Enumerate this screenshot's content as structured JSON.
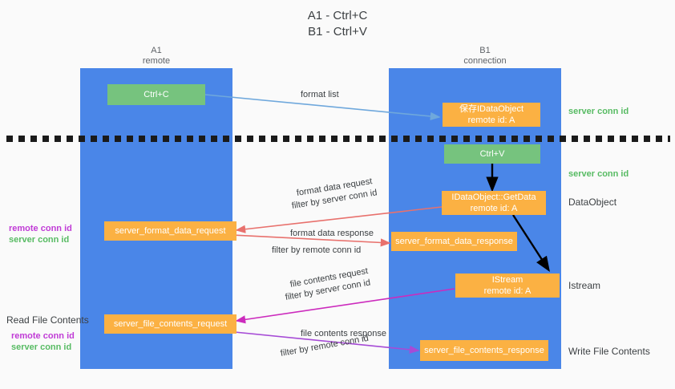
{
  "title": {
    "line1": "A1 - Ctrl+C",
    "line2": "B1 - Ctrl+V"
  },
  "columns": {
    "left": {
      "name": "A1",
      "role": "remote"
    },
    "right": {
      "name": "B1",
      "role": "connection"
    }
  },
  "colors": {
    "lane": "#4a86e8",
    "green_node": "#76c37e",
    "orange_node": "#fbb143",
    "server_conn_id": "#57bb63",
    "remote_conn_id": "#c03bd6",
    "arrow_blue": "#6fa8dc",
    "arrow_red": "#e8716d",
    "arrow_magenta": "#cc2bbd",
    "arrow_purple": "#a64bd6",
    "arrow_black": "#000000",
    "divider": "#1a1a1a"
  },
  "nodes": {
    "ctrl_c": {
      "line1": "Ctrl+C"
    },
    "save_idataobject": {
      "line1": "保存IDataObject",
      "line2": "remote id: A"
    },
    "ctrl_v": {
      "line1": "Ctrl+V"
    },
    "getdata": {
      "line1": "IDataObject::GetData",
      "line2": "remote id: A"
    },
    "istream": {
      "line1": "IStream",
      "line2": "remote id: A"
    },
    "format_data_request": {
      "line1": "server_format_data_request"
    },
    "format_data_response": {
      "line1": "server_format_data_response"
    },
    "file_contents_request": {
      "line1": "server_file_contents_request"
    },
    "file_contents_response": {
      "line1": "server_file_contents_response"
    }
  },
  "edge_labels": {
    "format_list": "format list",
    "format_data_request_l1": "format data request",
    "format_data_request_l2_prefix": "filter by ",
    "format_data_request_l2_value": "server conn id",
    "format_data_response_l1": "format data response",
    "format_data_response_l2_prefix": "filter by ",
    "format_data_response_l2_value": "remote conn id",
    "file_contents_request_l1": "file contents request",
    "file_contents_request_l2_prefix": "filter by ",
    "file_contents_request_l2_value": "server conn id",
    "file_contents_response_l1": "file contents response",
    "file_contents_response_l2_prefix": "filter by ",
    "file_contents_response_l2_value": "remote conn id"
  },
  "annotations": {
    "right_server_conn_id_top": "server conn id",
    "right_server_conn_id_mid": "server conn id",
    "right_dataobject": "DataObject",
    "right_istream": "Istream",
    "right_write_file_contents": "Write File Contents",
    "left_remote_conn_id_mid": "remote conn id",
    "left_server_conn_id_mid": "server conn id",
    "left_read_file_contents": "Read File Contents",
    "left_remote_conn_id_bottom": "remote conn id",
    "left_server_conn_id_bottom": "server conn id"
  }
}
